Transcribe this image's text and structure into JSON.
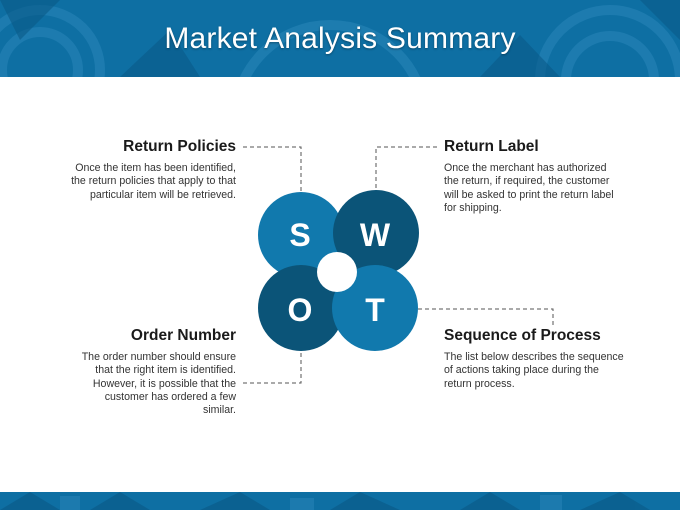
{
  "title": "Market Analysis Summary",
  "swot": {
    "s": "S",
    "w": "W",
    "o": "O",
    "t": "T"
  },
  "blocks": {
    "return_policies": {
      "heading": "Return Policies",
      "text": "Once the item has been identified, the return policies that apply to that particular item will be retrieved."
    },
    "return_label": {
      "heading": "Return Label",
      "text": "Once the merchant has authorized the return, if required, the customer will be asked to print the return label for shipping."
    },
    "order_number": {
      "heading": "Order Number",
      "text": "The order number should ensure that the right item is identified. However, it is possible that the customer has ordered a few similar."
    },
    "sequence_of_process": {
      "heading": "Sequence of Process",
      "text": "The list below describes the sequence of actions taking place during the return process."
    }
  },
  "colors": {
    "header": "#0e6fa3",
    "circle_dark": "#0b5478",
    "circle_light": "#1179ad",
    "connector": "#555555"
  }
}
